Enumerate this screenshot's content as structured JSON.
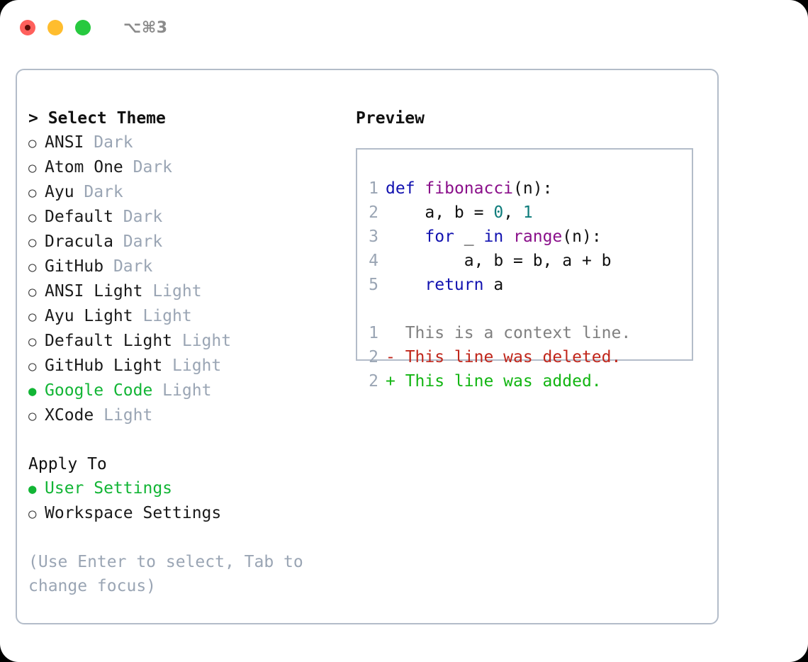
{
  "window": {
    "lights": [
      "close-red",
      "minimize-yellow",
      "maximize-green"
    ],
    "shortcut": "⌥⌘3"
  },
  "theme_picker": {
    "heading": "> Select Theme",
    "options": [
      {
        "bullet": "○",
        "name": "ANSI",
        "suffix": " Dark",
        "selected": false
      },
      {
        "bullet": "○",
        "name": "Atom One",
        "suffix": " Dark",
        "selected": false
      },
      {
        "bullet": "○",
        "name": "Ayu",
        "suffix": " Dark",
        "selected": false
      },
      {
        "bullet": "○",
        "name": "Default",
        "suffix": " Dark",
        "selected": false
      },
      {
        "bullet": "○",
        "name": "Dracula",
        "suffix": " Dark",
        "selected": false
      },
      {
        "bullet": "○",
        "name": "GitHub",
        "suffix": " Dark",
        "selected": false
      },
      {
        "bullet": "○",
        "name": "ANSI Light",
        "suffix": " Light",
        "selected": false
      },
      {
        "bullet": "○",
        "name": "Ayu Light",
        "suffix": " Light",
        "selected": false
      },
      {
        "bullet": "○",
        "name": "Default Light",
        "suffix": " Light",
        "selected": false
      },
      {
        "bullet": "○",
        "name": "GitHub Light",
        "suffix": " Light",
        "selected": false
      },
      {
        "bullet": "●",
        "name": "Google Code",
        "suffix": " Light",
        "selected": true
      },
      {
        "bullet": "○",
        "name": "XCode",
        "suffix": " Light",
        "selected": false
      }
    ]
  },
  "apply_to": {
    "heading": "Apply To",
    "options": [
      {
        "bullet": "●",
        "name": "User Settings",
        "suffix": "",
        "selected": true
      },
      {
        "bullet": "○",
        "name": "Workspace Settings",
        "suffix": "",
        "selected": false
      }
    ]
  },
  "hint": "(Use Enter to select, Tab to change focus)",
  "preview": {
    "title": "Preview",
    "code_lines": [
      {
        "no": "1",
        "tokens": [
          {
            "t": "def",
            "c": "kw"
          },
          {
            "t": " ",
            "c": "plain"
          },
          {
            "t": "fibonacci",
            "c": "fn"
          },
          {
            "t": "(n):",
            "c": "punc"
          }
        ]
      },
      {
        "no": "2",
        "tokens": [
          {
            "t": "    a, b = ",
            "c": "plain"
          },
          {
            "t": "0",
            "c": "num"
          },
          {
            "t": ", ",
            "c": "plain"
          },
          {
            "t": "1",
            "c": "num"
          }
        ]
      },
      {
        "no": "3",
        "tokens": [
          {
            "t": "    ",
            "c": "plain"
          },
          {
            "t": "for",
            "c": "kw"
          },
          {
            "t": " _ ",
            "c": "plain"
          },
          {
            "t": "in",
            "c": "kw"
          },
          {
            "t": " ",
            "c": "plain"
          },
          {
            "t": "range",
            "c": "fn"
          },
          {
            "t": "(n):",
            "c": "punc"
          }
        ]
      },
      {
        "no": "4",
        "tokens": [
          {
            "t": "        a, b = b, a + b",
            "c": "plain"
          }
        ]
      },
      {
        "no": "5",
        "tokens": [
          {
            "t": "    ",
            "c": "plain"
          },
          {
            "t": "return",
            "c": "kw"
          },
          {
            "t": " a",
            "c": "plain"
          }
        ]
      }
    ],
    "diff_lines": [
      {
        "no": "1",
        "marker": " ",
        "text": "  This is a context line.",
        "kind": "ctx"
      },
      {
        "no": "2",
        "marker": "-",
        "text": "- This line was deleted.",
        "kind": "del"
      },
      {
        "no": "2",
        "marker": "+",
        "text": "+ This line was added.",
        "kind": "add"
      }
    ]
  },
  "colors": {
    "accent_green": "#12b535",
    "muted": "#9aa5b4",
    "border": "#b3bcc9",
    "keyword": "#1212b0",
    "function": "#8a0f8a",
    "number": "#0e7c7b",
    "diff_delete": "#c0261b",
    "diff_add": "#12b512",
    "light_red": "#ff605c",
    "light_yellow": "#ffbd2e",
    "light_green": "#27c93f"
  }
}
